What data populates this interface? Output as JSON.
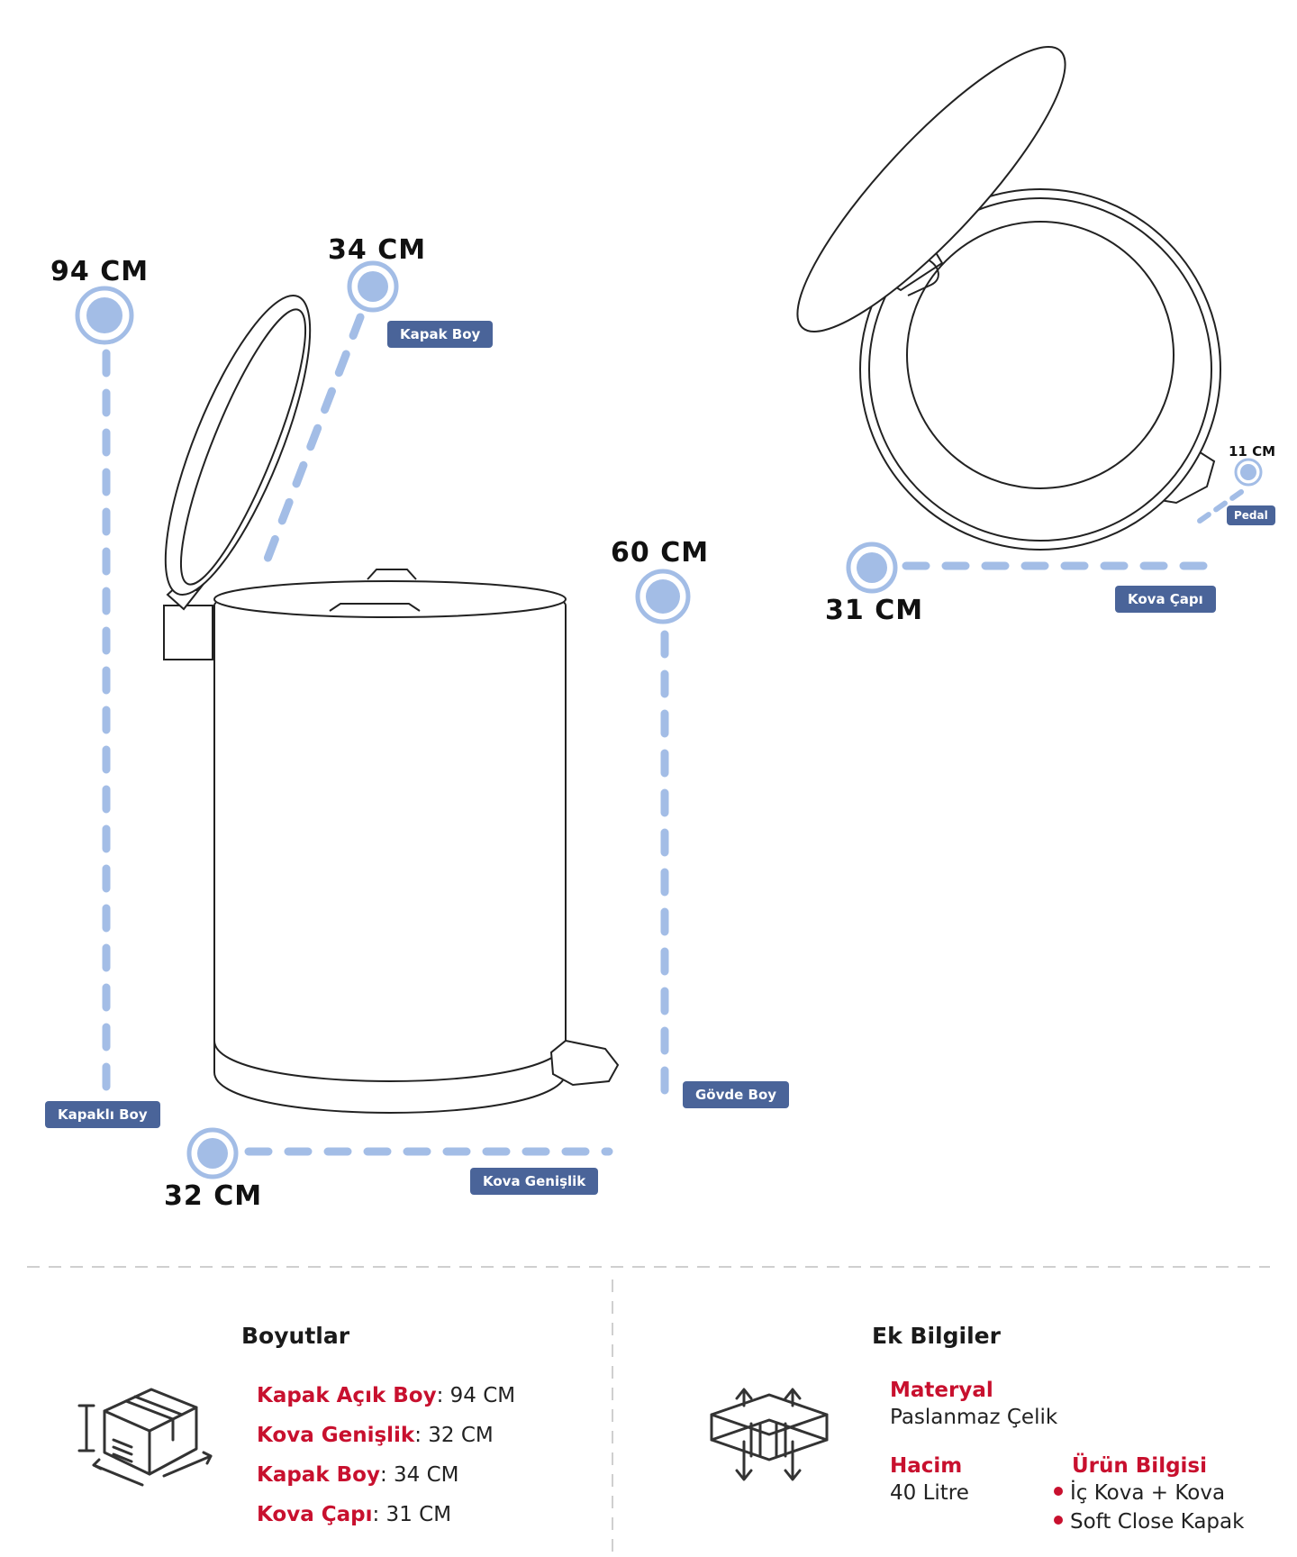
{
  "dimensions": {
    "lid_open_height": "94 CM",
    "lid_height": "34 CM",
    "body_height": "60 CM",
    "bucket_width": "32 CM",
    "bucket_diameter": "31 CM",
    "pedal": "11 CM"
  },
  "tags": {
    "lid_open_height": "Kapaklı Boy",
    "lid_height": "Kapak Boy",
    "body_height": "Gövde Boy",
    "bucket_width": "Kova Genişlik",
    "bucket_diameter": "Kova Çapı",
    "pedal": "Pedal"
  },
  "sizes": {
    "title": "Boyutlar",
    "items": [
      {
        "key": "Kapak Açık Boy",
        "value": ": 94 CM"
      },
      {
        "key": "Kova Genişlik",
        "value": ": 32 CM"
      },
      {
        "key": "Kapak Boy",
        "value": ": 34 CM"
      },
      {
        "key": "Kova Çapı",
        "value": ": 31 CM"
      }
    ]
  },
  "extra": {
    "title": "Ek Bilgiler",
    "material_label": "Materyal",
    "material_value": "Paslanmaz Çelik",
    "volume_label": "Hacim",
    "volume_value": "40 Litre",
    "product_label": "Ürün Bilgisi",
    "product_items": [
      "İç Kova + Kova",
      "Soft Close Kapak"
    ]
  },
  "colors": {
    "dash": "#a3bde6",
    "tag_bg": "#4a6499",
    "accent_red": "#c8102e",
    "line": "#222222"
  }
}
